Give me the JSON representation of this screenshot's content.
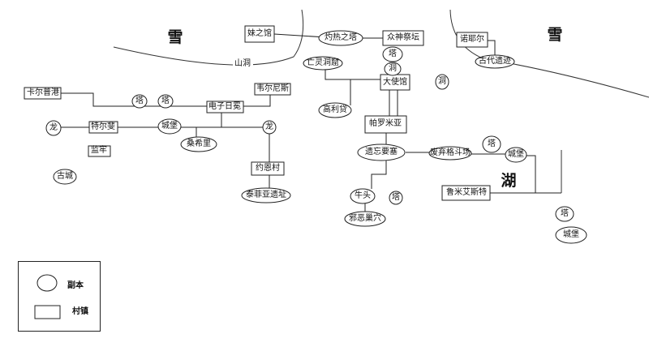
{
  "regions": {
    "snow_left": "雪",
    "snow_right": "雪",
    "lake": "湖"
  },
  "towns": {
    "meizhiguan": "妹之馆",
    "zhongshen": "众神祭坛",
    "nuoye": "诺耶尔",
    "kaerpu": "卡尔普港",
    "weierni": "韦尔尼斯",
    "dianzi": "电子日冕",
    "teerfei": "特尔斐",
    "jianlao": "监牢",
    "yueen": "约恩村",
    "dashiguan": "大使馆",
    "paluomiya": "帕罗米亚",
    "lumi": "鲁米艾斯特"
  },
  "dungeons": {
    "zhuore": "灼热之塔",
    "gudai": "古代遗迹",
    "wangling": "亡灵洞窟",
    "gaoli": "高利贷",
    "ta_top": "塔",
    "dong_top": "洞",
    "dong_right": "洞",
    "ta_left1": "塔",
    "ta_left2": "塔",
    "long_left": "龙",
    "chengbao_left": "城堡",
    "long_mid": "龙",
    "sangxi": "桑希里",
    "gucheng": "古城",
    "taifeiya": "泰菲亚遗址",
    "yiwang": "遗忘要塞",
    "feiqi": "废弃格斗场",
    "ta_feiqi": "塔",
    "chengbao_right": "城堡",
    "niutou": "牛头",
    "ta_niutou": "塔",
    "xie": "邪恶巢穴",
    "ta_far": "塔",
    "chengbao_far": "城堡"
  },
  "labels": {
    "shandong": "山洞"
  },
  "legend": {
    "dungeon": "副本",
    "town": "村镇"
  }
}
